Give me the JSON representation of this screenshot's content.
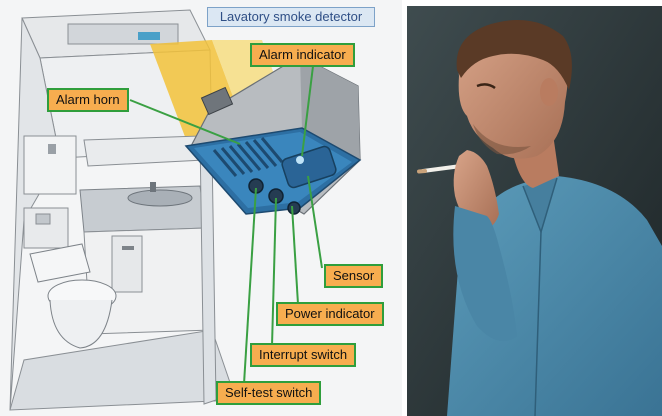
{
  "diagram": {
    "title": "Lavatory smoke detector",
    "callouts": {
      "alarm_indicator": "Alarm indicator",
      "alarm_horn": "Alarm horn",
      "sensor": "Sensor",
      "power_indicator": "Power indicator",
      "interrupt_switch": "Interrupt switch",
      "self_test_switch": "Self-test switch"
    }
  },
  "colors": {
    "callout_fill": "#f7ad4f",
    "callout_border": "#2f9e3c",
    "leader_line": "#3aa043",
    "detector_blue": "#2d6fa3",
    "shirt_blue": "#4f8fae"
  }
}
